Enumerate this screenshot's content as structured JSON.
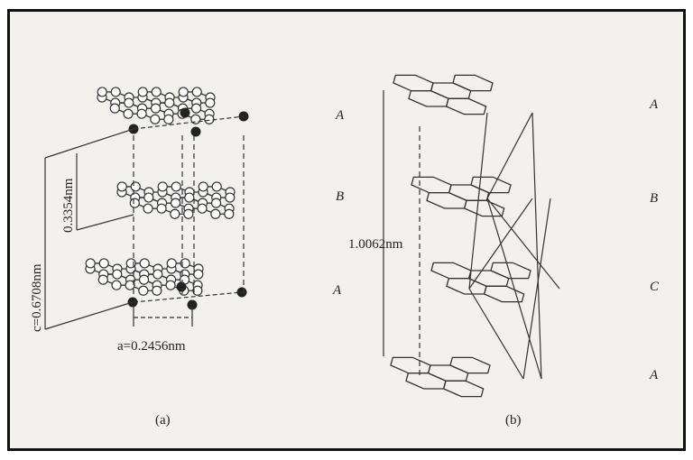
{
  "panel_a": {
    "caption": "(a)",
    "layer_labels": [
      "A",
      "B",
      "A"
    ],
    "c_label": "c=0.6708nm",
    "interlayer_label": "0.3354nm",
    "a_label": "a=0.2456nm"
  },
  "panel_b": {
    "caption": "(b)",
    "layer_labels": [
      "A",
      "B",
      "C",
      "A"
    ],
    "period_label": "1.0062nm"
  },
  "colors": {
    "line": "#333333",
    "atom_filled": "#222222",
    "atom_open": "#ffffff",
    "background": "#f2f1ee"
  }
}
